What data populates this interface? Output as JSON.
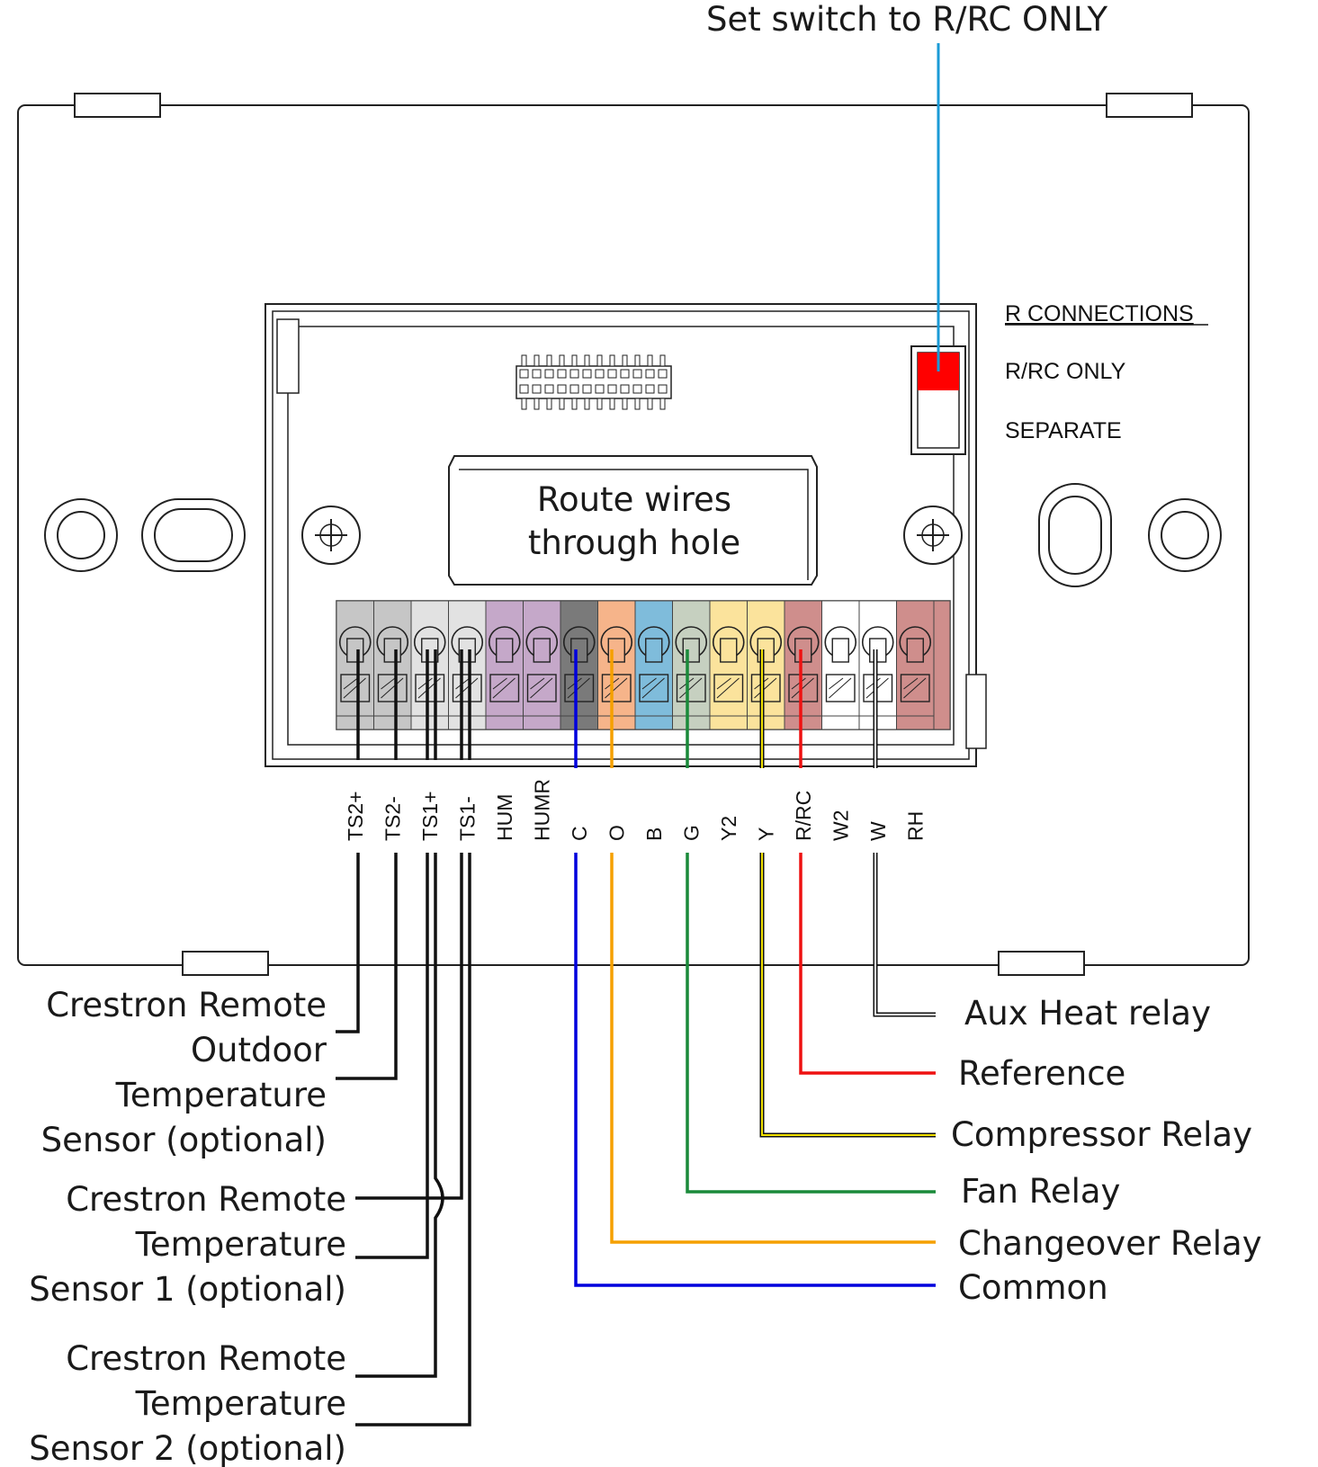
{
  "switch_callout": "Set switch to R/RC ONLY",
  "r_connections": {
    "title": "R CONNECTIONS",
    "option_1": "R/RC ONLY",
    "option_2": "SEPARATE"
  },
  "hole_label": [
    "Route wires",
    "through hole"
  ],
  "terminals": [
    {
      "label": "TS2+",
      "color": "#c6c6c6"
    },
    {
      "label": "TS2-",
      "color": "#c6c6c6"
    },
    {
      "label": "TS1+",
      "color": "#e2e2e2"
    },
    {
      "label": "TS1-",
      "color": "#e2e2e2"
    },
    {
      "label": "HUM",
      "color": "#c5a8c9"
    },
    {
      "label": "HUMR",
      "color": "#c5a8c9"
    },
    {
      "label": "C",
      "color": "#7a7a7a"
    },
    {
      "label": "O",
      "color": "#f6b48a"
    },
    {
      "label": "B",
      "color": "#7fbcdb"
    },
    {
      "label": "G",
      "color": "#c6d0c0"
    },
    {
      "label": "Y2",
      "color": "#fbe39c"
    },
    {
      "label": "Y",
      "color": "#fbe39c"
    },
    {
      "label": "R/RC",
      "color": "#cf8e8c"
    },
    {
      "label": "W2",
      "color": "#ffffff"
    },
    {
      "label": "W",
      "color": "#ffffff"
    },
    {
      "label": "RH",
      "color": "#cf8e8c"
    }
  ],
  "left_callouts": {
    "outdoor": [
      "Crestron Remote",
      "Outdoor",
      "Temperature",
      "Sensor (optional)"
    ],
    "sensor1": [
      "Crestron Remote",
      "Temperature",
      "Sensor 1 (optional)"
    ],
    "sensor2": [
      "Crestron Remote",
      "Temperature",
      "Sensor 2 (optional)"
    ]
  },
  "right_callouts": {
    "aux_heat": "Aux Heat relay",
    "reference": "Reference",
    "compressor": "Compressor Relay",
    "fan": "Fan Relay",
    "changeover": "Changeover Relay",
    "common": "Common"
  },
  "colors": {
    "switch_red": "#ff0000",
    "callout_line_blue": "#1a9ad6",
    "wire_common": "#0000dd",
    "wire_changeover": "#f5a000",
    "wire_fan": "#1a8a3a",
    "wire_compressor": "#c8b400",
    "wire_reference": "#ee1111"
  }
}
